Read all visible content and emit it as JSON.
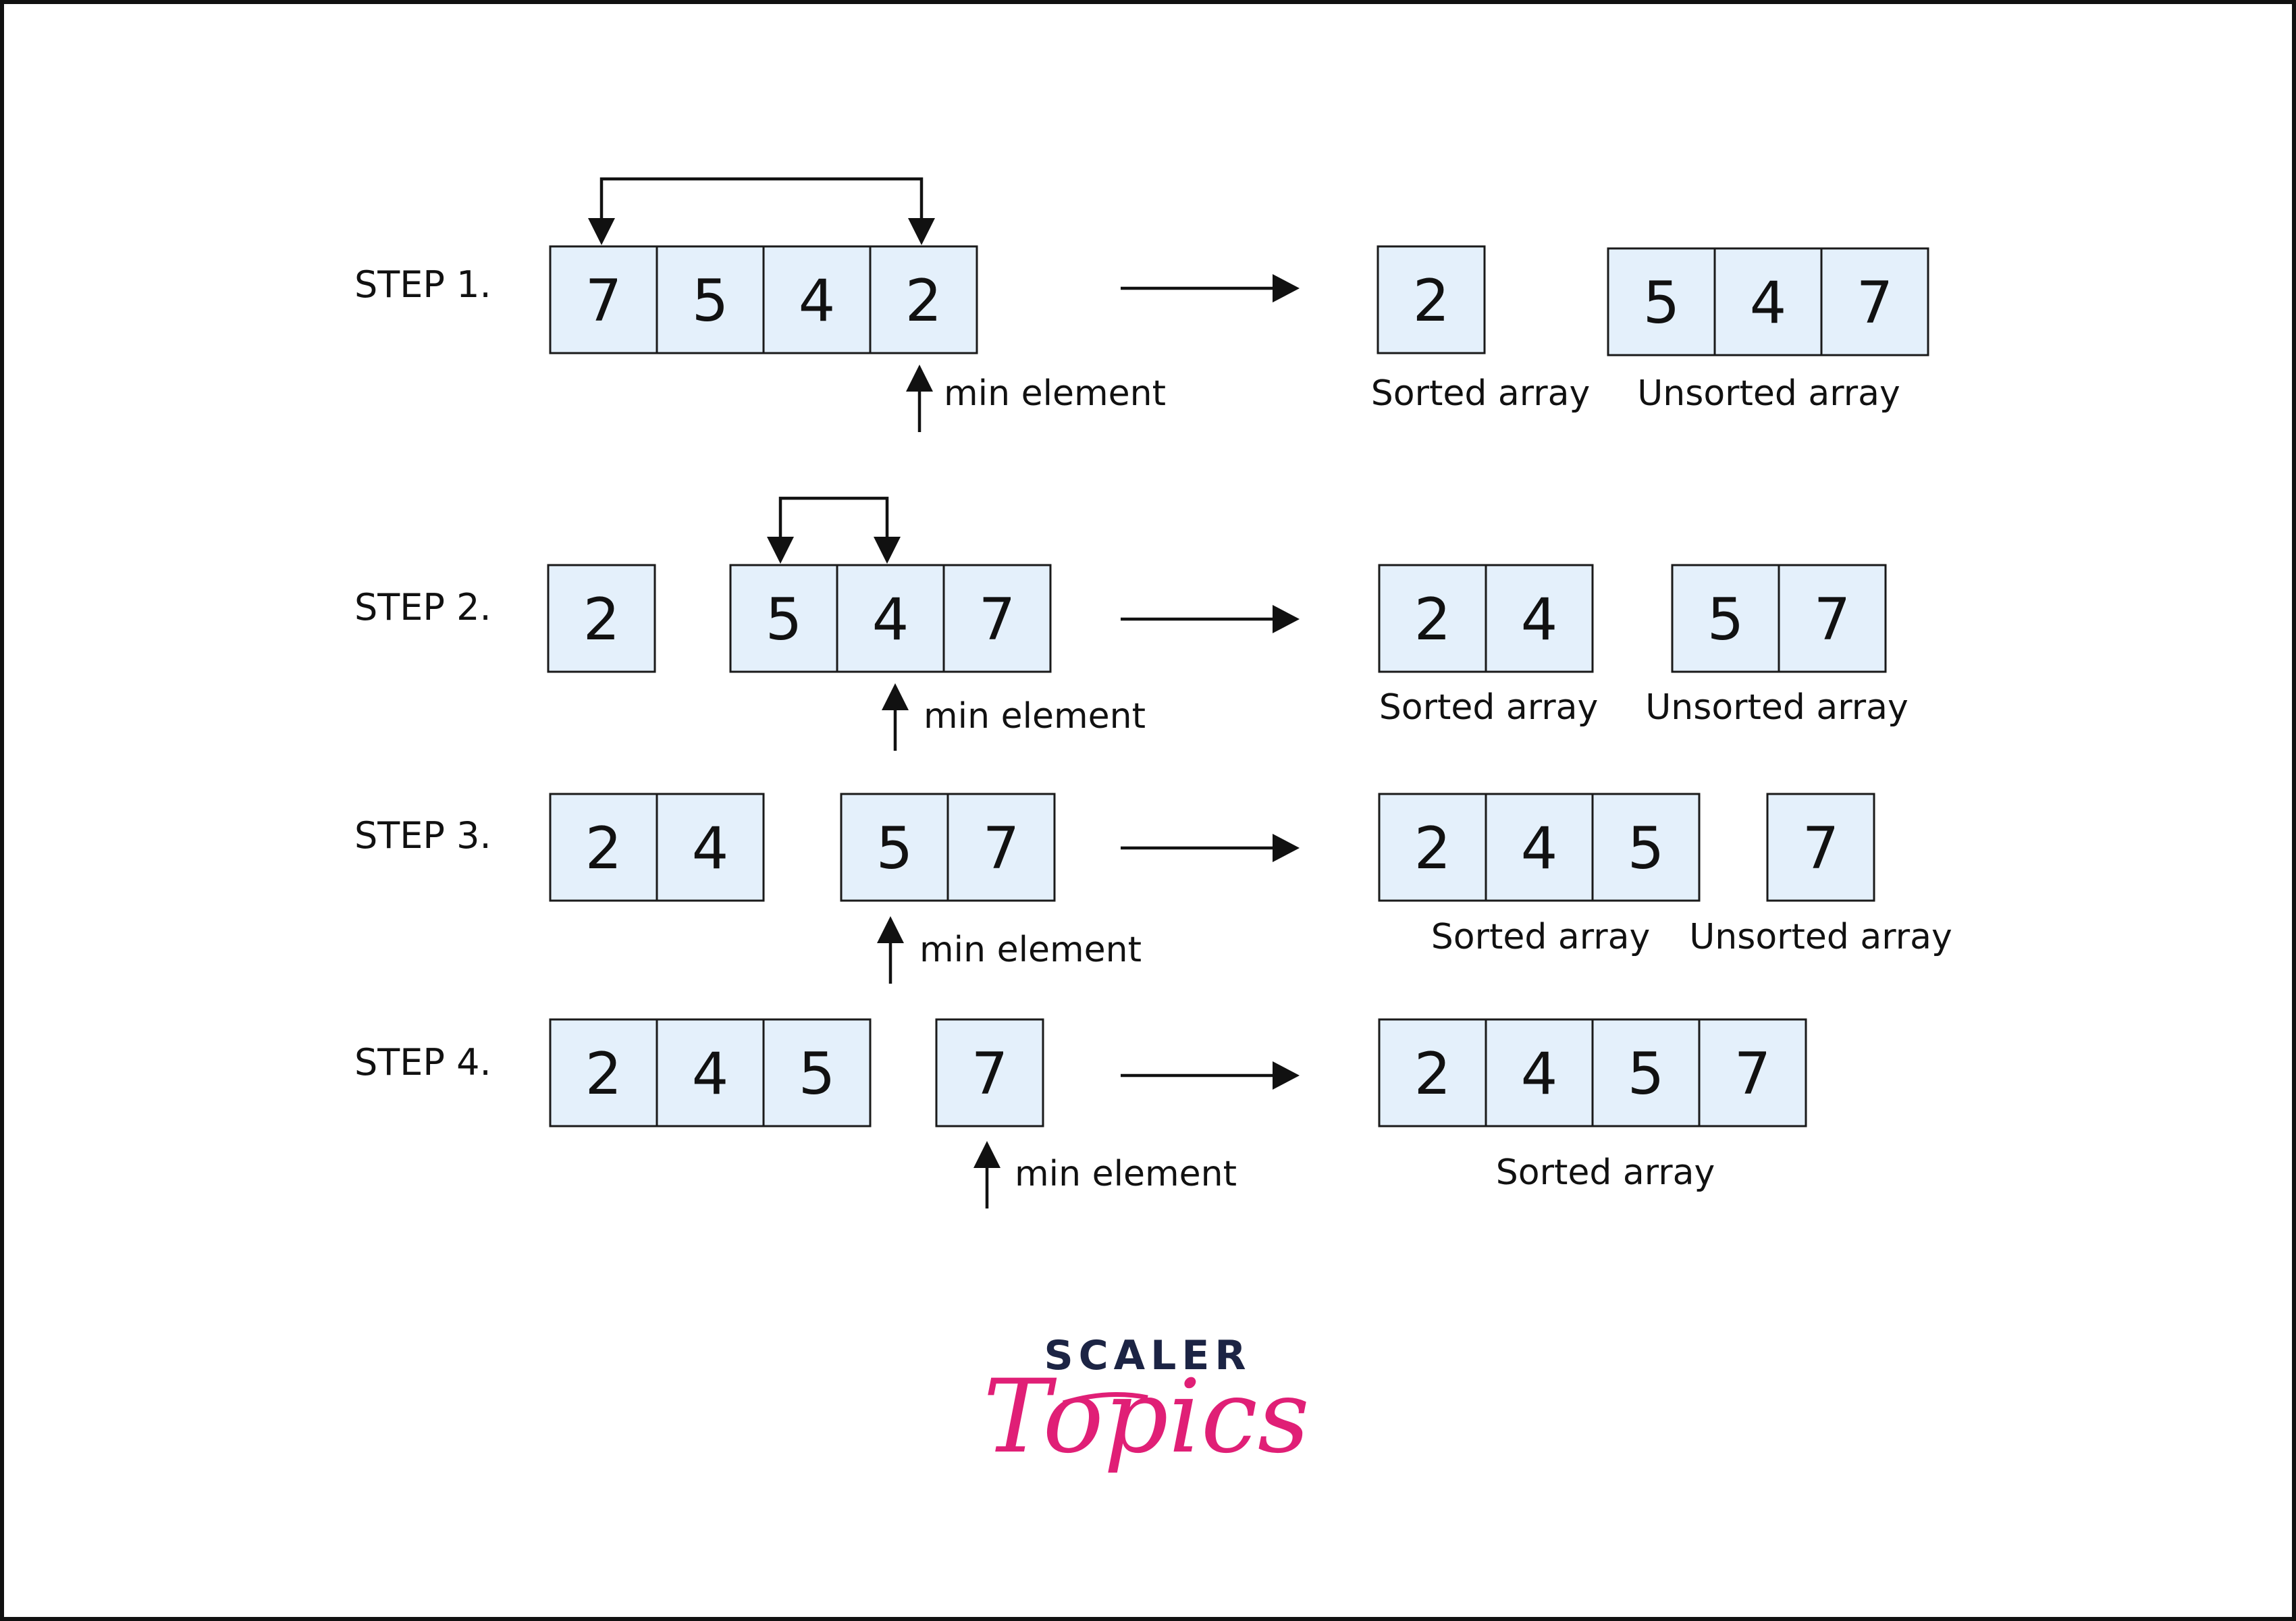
{
  "title": "",
  "colors": {
    "cell_fill": "#e4f0fb",
    "stroke": "#111111",
    "logo_navy": "#1c2444",
    "logo_pink": "#e01f76"
  },
  "steps": [
    {
      "label": "STEP 1.",
      "groups": [
        [
          7,
          5,
          4,
          2
        ]
      ],
      "min_label": "min element",
      "swap": true,
      "results": [
        {
          "values": [
            2
          ],
          "caption": "Sorted array"
        },
        {
          "values": [
            5,
            4,
            7
          ],
          "caption": "Unsorted array"
        }
      ]
    },
    {
      "label": "STEP 2.",
      "groups": [
        [
          2
        ],
        [
          5,
          4,
          7
        ]
      ],
      "min_label": "min element",
      "swap": true,
      "results": [
        {
          "values": [
            2,
            4
          ],
          "caption": "Sorted array"
        },
        {
          "values": [
            5,
            7
          ],
          "caption": "Unsorted array"
        }
      ]
    },
    {
      "label": "STEP 3.",
      "groups": [
        [
          2,
          4
        ],
        [
          5,
          7
        ]
      ],
      "min_label": "min element",
      "swap": false,
      "results": [
        {
          "values": [
            2,
            4,
            5
          ],
          "caption": "Sorted array"
        },
        {
          "values": [
            7
          ],
          "caption": "Unsorted array"
        }
      ]
    },
    {
      "label": "STEP 4.",
      "groups": [
        [
          2,
          4,
          5
        ],
        [
          7
        ]
      ],
      "min_label": "min element",
      "swap": false,
      "results": [
        {
          "values": [
            2,
            4,
            5,
            7
          ],
          "caption": "Sorted array"
        }
      ]
    }
  ],
  "logo": {
    "line1": "SCALER",
    "line2": "Topics"
  }
}
